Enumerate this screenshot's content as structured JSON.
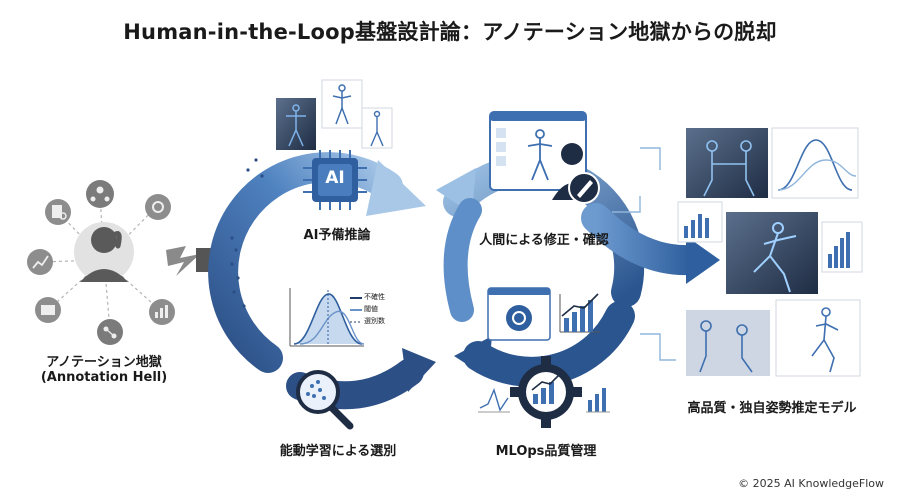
{
  "title": "Human-in-the-Loop基盤設計論：アノテーション地獄からの脱却",
  "labels": {
    "annotation_hell_jp": "アノテーション地獄",
    "annotation_hell_en": "(Annotation Hell)",
    "ai_inference": "AI予備推論",
    "active_learning": "能動学習による選別",
    "human_review": "人間による修正・確認",
    "mlops": "MLOps品質管理",
    "final_model": "高品質・独自姿勢推定モデル"
  },
  "chip_text": "AI",
  "legend_items": [
    "不確性",
    "閾値",
    "選別数"
  ],
  "copyright": "© 2025 AI KnowledgeFlow",
  "colors": {
    "arrow_dark": "#2f5f9e",
    "arrow_light": "#8fb5dc",
    "gray_dark": "#555555",
    "gray_light": "#9a9a9a",
    "accent": "#3e6fb0"
  }
}
